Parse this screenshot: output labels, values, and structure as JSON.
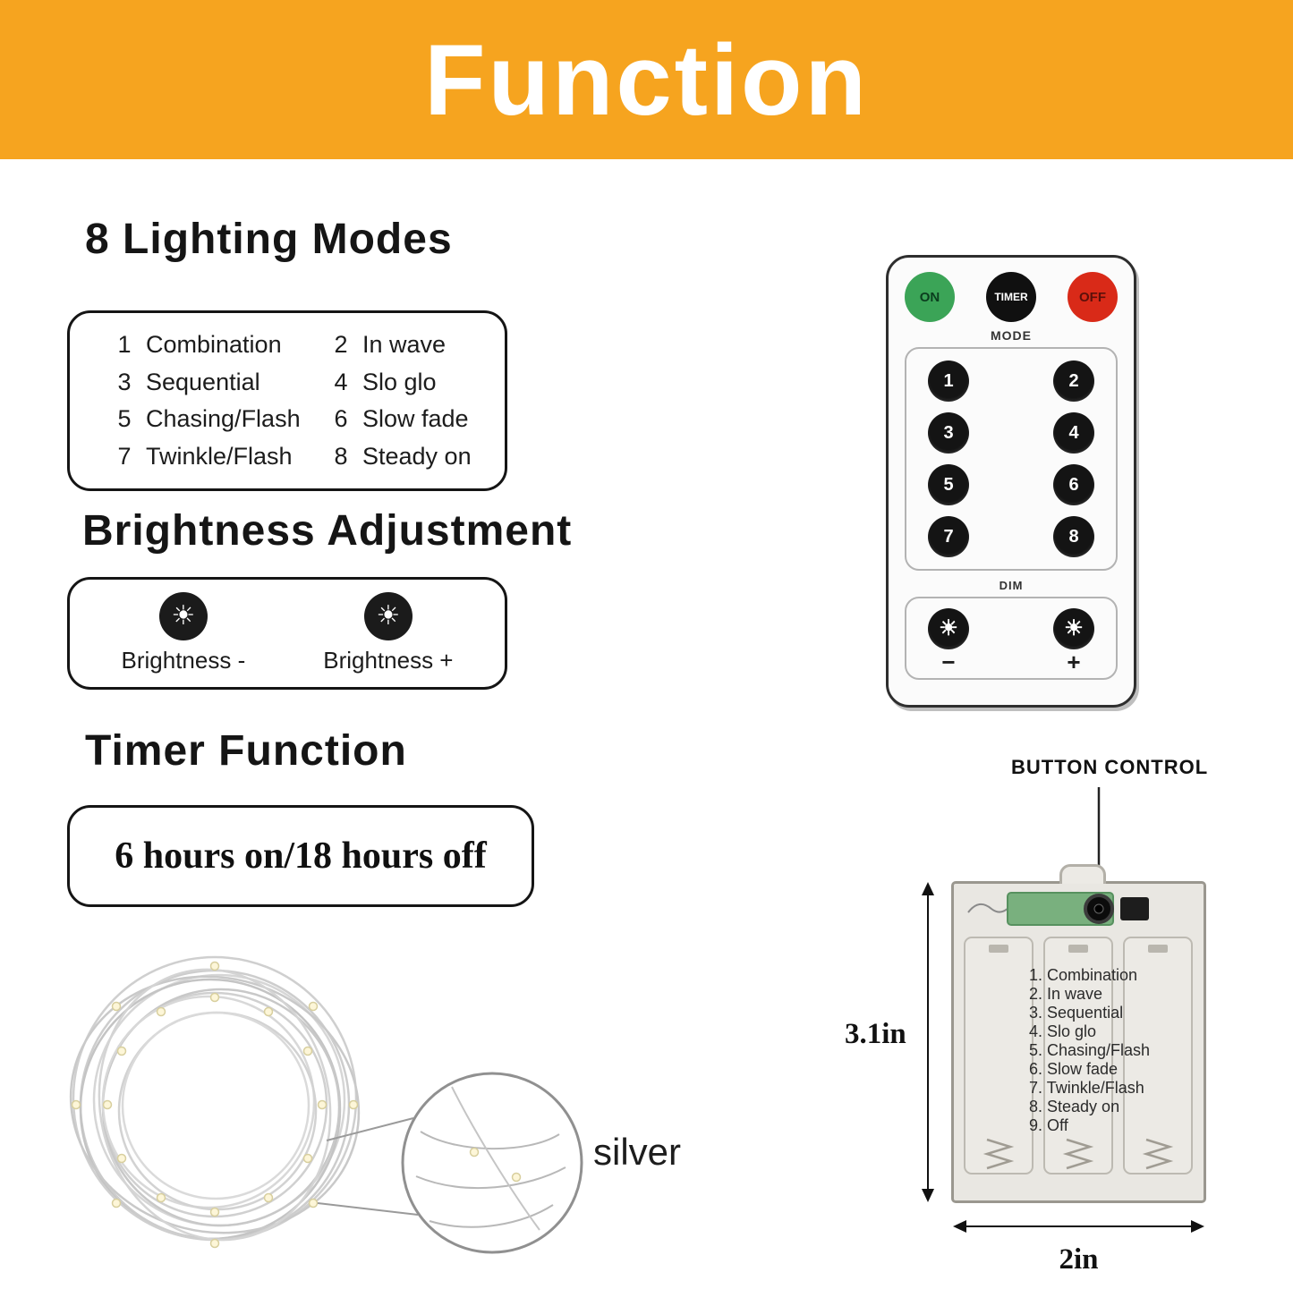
{
  "header": {
    "title": "Function"
  },
  "colors": {
    "banner": "#F6A41F",
    "green": "#3BA457",
    "red": "#D92A18"
  },
  "lighting_modes": {
    "heading": "8 Lighting Modes",
    "items": [
      {
        "num": "1",
        "label": "Combination"
      },
      {
        "num": "2",
        "label": "In wave"
      },
      {
        "num": "3",
        "label": "Sequential"
      },
      {
        "num": "4",
        "label": "Slo glo"
      },
      {
        "num": "5",
        "label": "Chasing/Flash"
      },
      {
        "num": "6",
        "label": "Slow fade"
      },
      {
        "num": "7",
        "label": "Twinkle/Flash"
      },
      {
        "num": "8",
        "label": "Steady on"
      }
    ]
  },
  "brightness": {
    "heading": "Brightness Adjustment",
    "minus_label": "Brightness -",
    "plus_label": "Brightness +",
    "sun_glyph": "☀"
  },
  "timer": {
    "heading": "Timer Function",
    "text": "6 hours on/18 hours off"
  },
  "coil": {
    "label": "silver"
  },
  "remote": {
    "on_label": "ON",
    "timer_label": "TIMER",
    "off_label": "OFF",
    "mode_label": "MODE",
    "mode_buttons": [
      "1",
      "2",
      "3",
      "4",
      "5",
      "6",
      "7",
      "8"
    ],
    "dim_label": "DIM",
    "dim_minus": "−",
    "dim_plus": "+",
    "sun_glyph": "☀"
  },
  "battery_box": {
    "label": "BUTTON CONTROL",
    "modes": [
      "1. Combination",
      "2. In wave",
      "3. Sequential",
      "4. Slo glo",
      "5. Chasing/Flash",
      "6. Slow fade",
      "7. Twinkle/Flash",
      "8. Steady on",
      "9. Off"
    ],
    "height_label": "3.1in",
    "width_label": "2in"
  }
}
